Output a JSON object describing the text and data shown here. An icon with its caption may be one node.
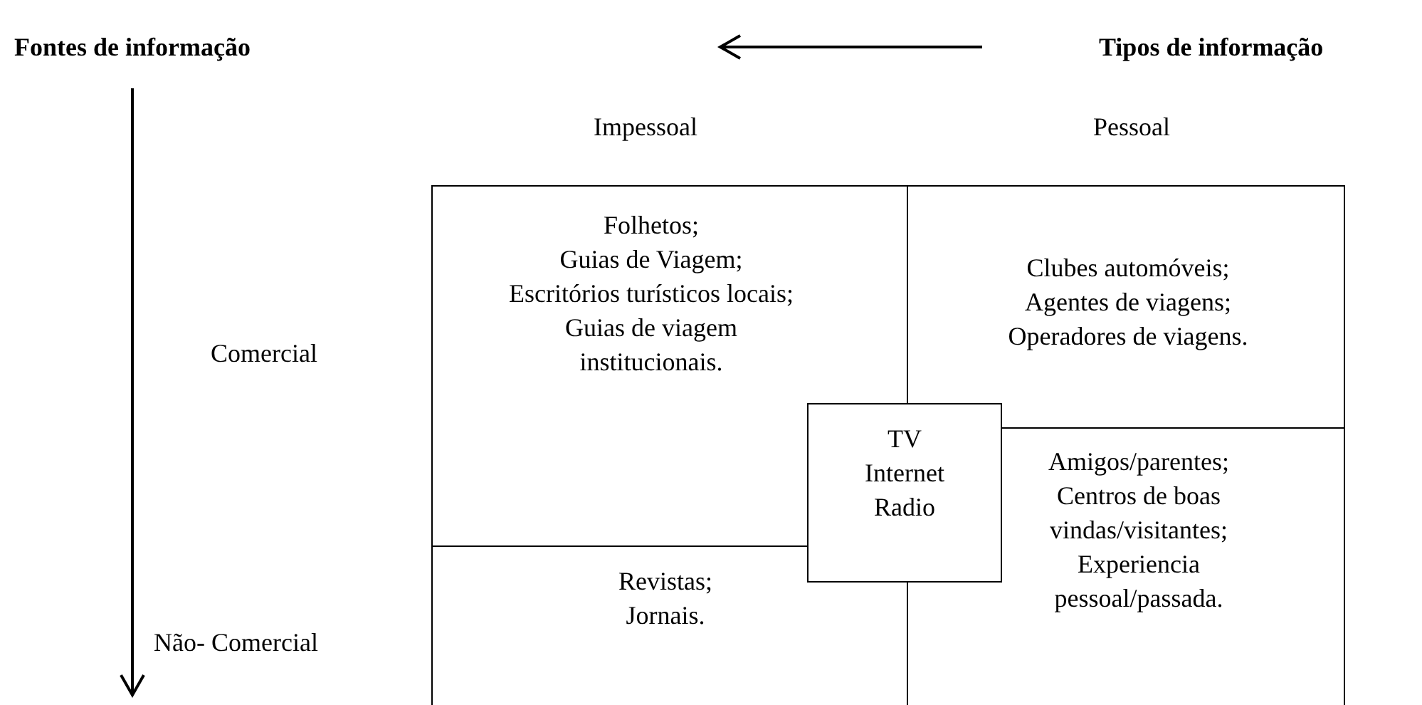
{
  "diagram": {
    "nodes": [
      {
        "text": [
          "Folhetos;",
          "Guias de Viagem;",
          "Escritórios turísticos locais;",
          "Guias de viagem institucionais."
        ]
      },
      {
        "text": [
          "Clubes automóveis;",
          "Agentes de viagens;",
          "Operadores de viagens."
        ]
      },
      {
        "text": [
          "Revistas;",
          "Jornais."
        ]
      },
      {
        "text": [
          "Amigos/parentes;",
          "Centros de boas vindas/visitantes;",
          "Experiencia pessoal/passada."
        ]
      },
      {
        "text": [
          "TV Internet Radio"
        ]
      }
    ],
    "labels": [
      "Fontes de informação",
      "Tipos de informação",
      "Impessoal",
      "Pessoal",
      "Comercial",
      "Não- Comercial"
    ]
  }
}
